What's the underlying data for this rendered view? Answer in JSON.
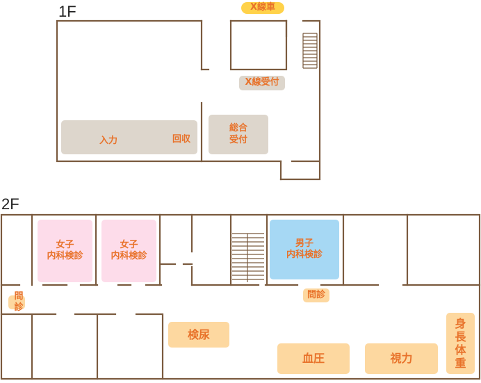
{
  "floors": {
    "f1": {
      "title": "1F",
      "xray_car": "X線車",
      "xray_reception": "X線受付",
      "input": "入力",
      "collection": "回収",
      "general_reception": "総合\n受付"
    },
    "f2": {
      "title": "2F",
      "female_exam_1": "女子\n内科検診",
      "female_exam_2": "女子\n内科検診",
      "male_exam": "男子\n内科検診",
      "interview_left": "問診",
      "interview_right": "問診",
      "urine_test": "検尿",
      "blood_pressure": "血圧",
      "vision": "視力",
      "height_weight": "身\n長\n体\n重"
    }
  },
  "colors": {
    "wall": "#7a5a3e",
    "label_text": "#e8722a",
    "grey_zone": "#ddd6cc",
    "pink_zone": "#fddcea",
    "blue_zone": "#a6d8f4",
    "peach_zone": "#fdd8a0",
    "xray_car": "#ffd24a"
  }
}
